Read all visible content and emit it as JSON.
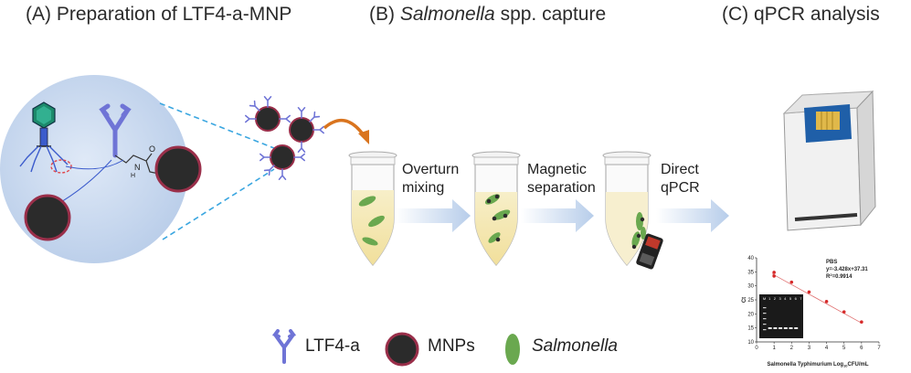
{
  "panels": {
    "a_title": "(A) Preparation of LTF4-a-MNP",
    "b_title_species": "Salmonella",
    "b_title_rest": " spp. capture",
    "c_title": "(C) qPCR analysis",
    "b_prefix": "(B) "
  },
  "steps": [
    {
      "line1": "Overturn",
      "line2": "mixing"
    },
    {
      "line1": "Magnetic",
      "line2": "separation"
    },
    {
      "line1": "Direct",
      "line2": "qPCR"
    }
  ],
  "legend": [
    {
      "icon": "antibody-icon",
      "label": "LTF4-a"
    },
    {
      "icon": "magnetic-bead-icon",
      "label": "MNPs"
    },
    {
      "icon": "bacterium-icon",
      "label": "Salmonella"
    }
  ],
  "chart_data": {
    "type": "scatter",
    "series": [
      {
        "name": "PBS",
        "x": [
          1,
          1,
          2,
          3,
          4,
          5,
          6
        ],
        "y": [
          33.5,
          34.8,
          31.3,
          27.8,
          24.4,
          20.7,
          17.1
        ]
      }
    ],
    "fit": {
      "text": "y=-3.428x+37.31",
      "r2_label": "R",
      "r2_sup": "2",
      "r2_value": "=0.9914"
    },
    "legend_label": "PBS",
    "xlabel": "Salmonella Typhimurium Log",
    "xlabel_sub": "10",
    "xlabel_tail": "CFU/mL",
    "ylabel": "Ct",
    "xlim": [
      0,
      7
    ],
    "ylim": [
      10,
      40
    ],
    "xticks": [
      "0",
      "1",
      "2",
      "3",
      "4",
      "5",
      "6",
      "7"
    ],
    "yticks": [
      "10",
      "15",
      "20",
      "25",
      "30",
      "35",
      "40"
    ],
    "gel_lanes": [
      "M",
      "1",
      "2",
      "3",
      "4",
      "5",
      "6",
      "7"
    ],
    "colors": {
      "series": "#d62a2a",
      "fit": "#e07070"
    }
  },
  "colors": {
    "circle_bg": "#c9d9ef",
    "antibody": "#6f74d6",
    "bead": "#2b2b2b",
    "bead_rim": "#9a2f4a",
    "bacteria": "#6aa84f",
    "arrow": "#c7d8ee",
    "curved_arrow": "#d9741e",
    "dashed_line": "#3aa6e0"
  }
}
